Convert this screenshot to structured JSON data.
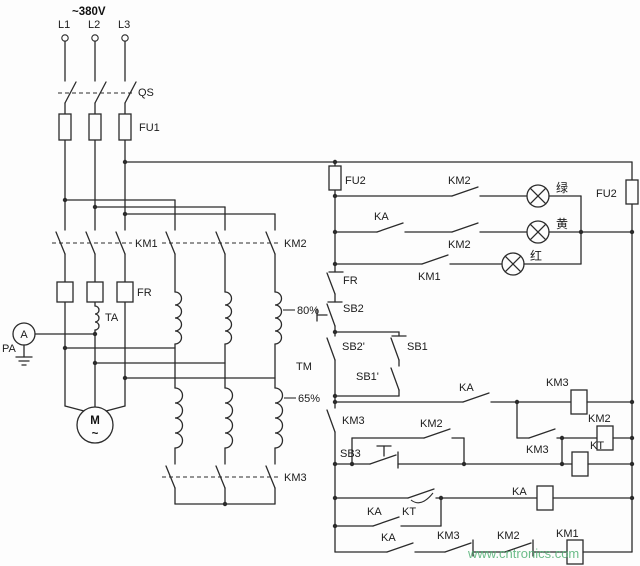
{
  "supply_label": "~380V",
  "phases": [
    "L1",
    "L2",
    "L3"
  ],
  "main": {
    "qs": "QS",
    "fu1": "FU1",
    "km1": "KM1",
    "km2": "KM2",
    "fr": "FR",
    "ta": "TA",
    "pa": "PA",
    "ammeter": "A",
    "motor": "M",
    "motor_wave": "~",
    "tap_80": "80%",
    "tm": "TM",
    "tap_65": "65%",
    "km3": "KM3"
  },
  "ctrl": {
    "fu2_left": "FU2",
    "fu2_right": "FU2",
    "fr": "FR",
    "lamp_green": "绿",
    "lamp_yellow": "黄",
    "lamp_red": "红",
    "km2_green": "KM2",
    "ka_yellow": "KA",
    "km2_yellow": "KM2",
    "km1_red": "KM1",
    "sb2": "SB2",
    "sb2_aux": "SB2'",
    "sb1": "SB1",
    "sb1_aux": "SB1'",
    "km3_seal": "KM3",
    "ka_start": "KA",
    "km3_coil": "KM3",
    "km3_aux": "KM3",
    "km2_coil": "KM2",
    "kt_coil": "KT",
    "sb3": "SB3",
    "km2_bypass": "KM2",
    "kt_contact": "KT",
    "ka_coil": "KA",
    "ka_seal": "KA",
    "ka_run": "KA",
    "km3_interlock": "KM3",
    "km2_interlock": "KM2",
    "km1_coil": "KM1"
  },
  "watermark": "www.cntronics.com"
}
